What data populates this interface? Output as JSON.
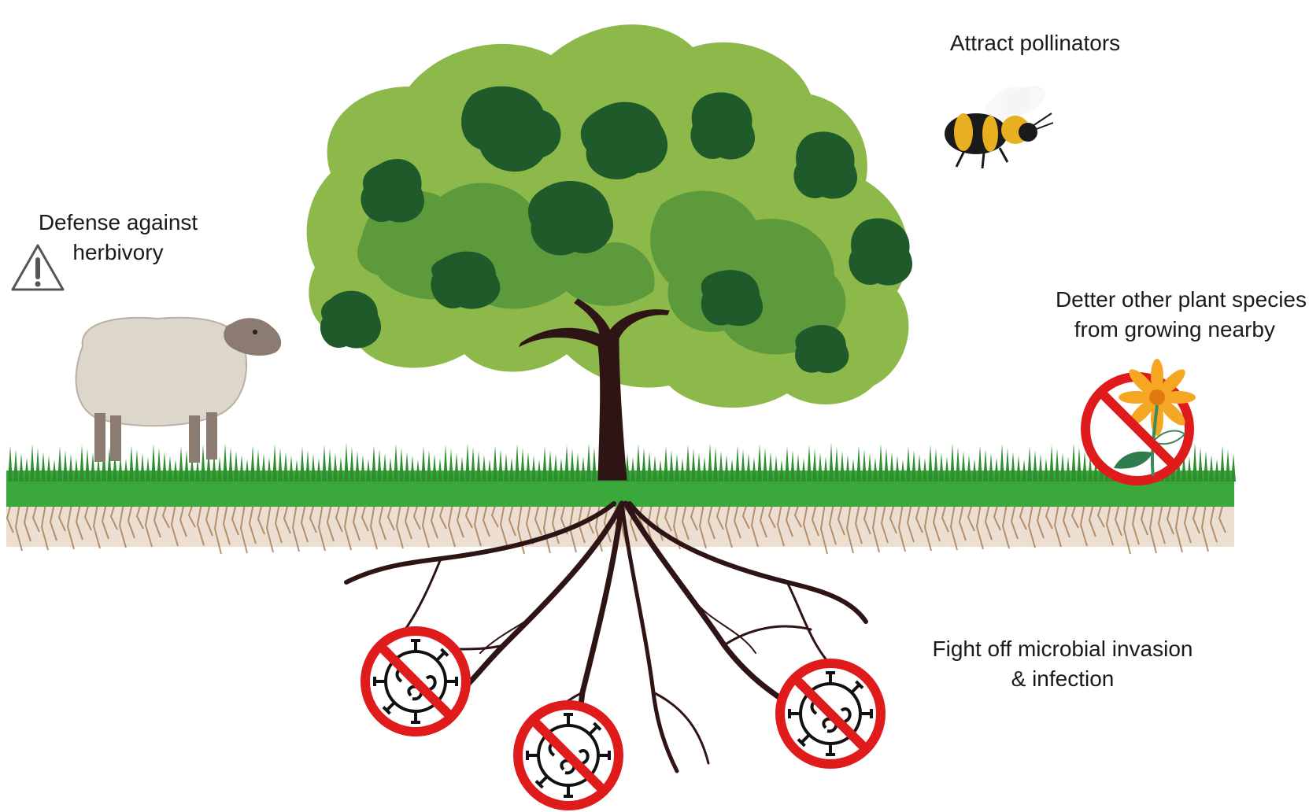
{
  "labels": {
    "pollinators": "Attract pollinators",
    "herbivory_line1": "Defense against",
    "herbivory_line2": "herbivory",
    "detter_line1": "Detter other plant species",
    "detter_line2": "from growing nearby",
    "microbial_line1": "Fight off microbial invasion",
    "microbial_line2": "& infection"
  },
  "icons": [
    "warning-icon",
    "sheep-icon",
    "bee-icon",
    "no-plant-icon",
    "no-microbe-icon"
  ],
  "colors": {
    "leaf_dark": "#1f5a2a",
    "leaf_mid": "#5c9a3c",
    "leaf_light": "#8db84a",
    "trunk": "#2e1414",
    "grass": "#3aa83a",
    "soil_roots": "#a57a52",
    "prohibit_red": "#e01b1b"
  }
}
